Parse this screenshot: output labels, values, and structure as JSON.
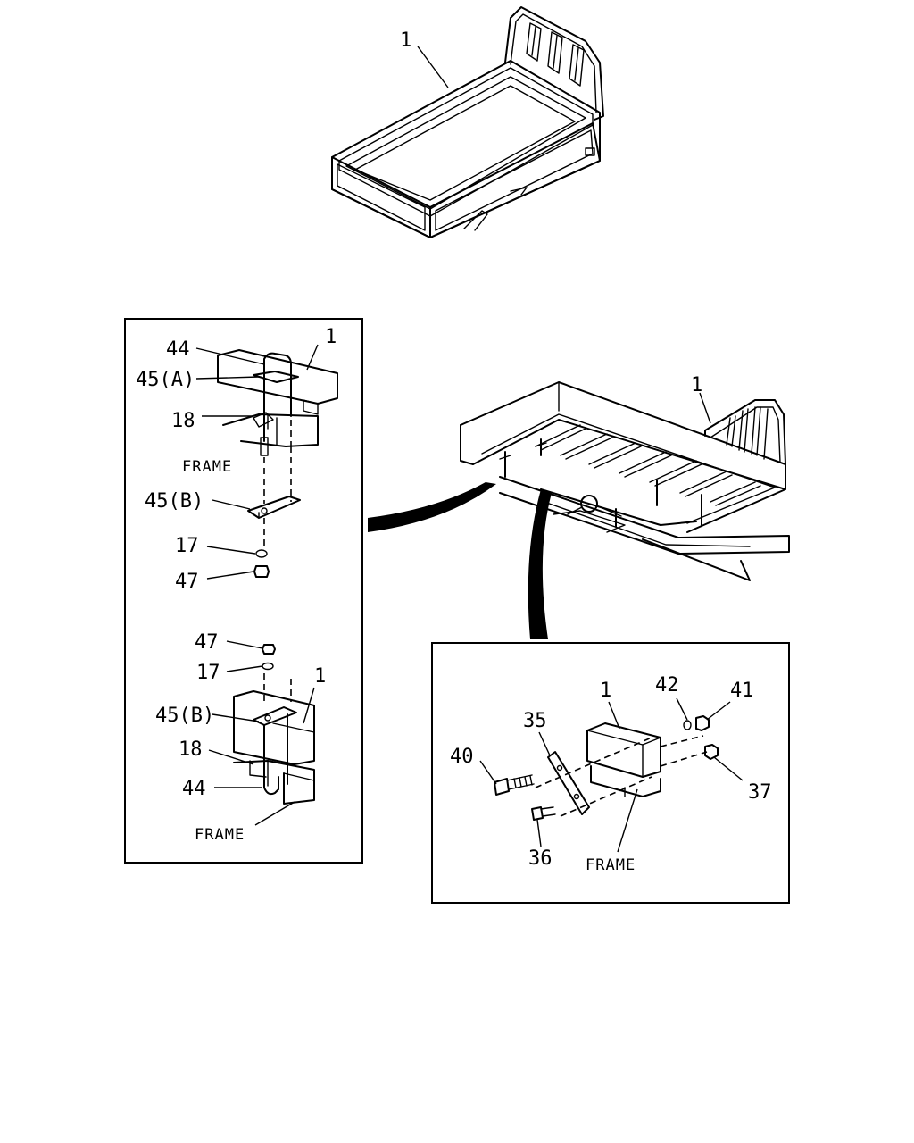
{
  "labels": {
    "top_item": "1",
    "left_a": {
      "p44": "44",
      "p45a": "45(A)",
      "p1": "1",
      "p18": "18",
      "frame": "FRAME",
      "p45b": "45(B)",
      "p17": "17",
      "p47": "47"
    },
    "left_b": {
      "p47": "47",
      "p17": "17",
      "p1": "1",
      "p45b": "45(B)",
      "p18": "18",
      "p44": "44",
      "frame": "FRAME"
    },
    "center_item": "1",
    "right_box": {
      "p1": "1",
      "p42": "42",
      "p41": "41",
      "p35": "35",
      "p40": "40",
      "p37": "37",
      "p36": "36",
      "frame": "FRAME"
    }
  }
}
